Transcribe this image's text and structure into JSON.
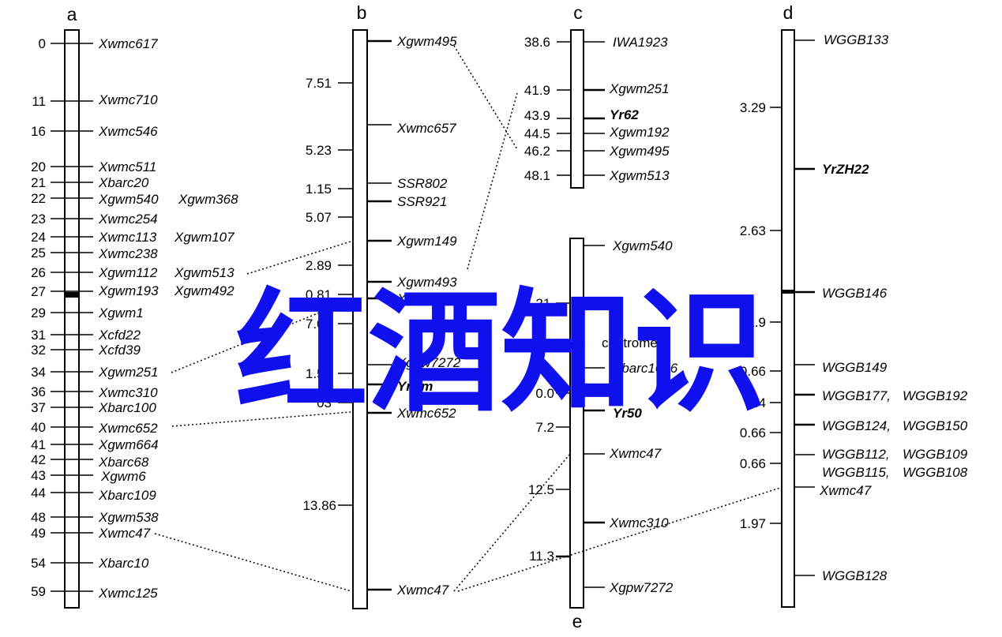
{
  "colors": {
    "ink": "#000000",
    "watermark": "#1010ee",
    "background": "#ffffff"
  },
  "watermark": "红酒知识",
  "groups": {
    "a": {
      "letter": "a",
      "positions": [
        "0",
        "11",
        "16",
        "20",
        "21",
        "22",
        "23",
        "24",
        "25",
        "26",
        "27",
        "29",
        "31",
        "32",
        "34",
        "36",
        "37",
        "40",
        "41",
        "42",
        "43",
        "44",
        "48",
        "49",
        "54",
        "59"
      ],
      "markers": [
        "Xwmc617",
        "Xwmc710",
        "Xwmc546",
        "Xwmc511",
        "Xbarc20",
        "Xgwm540",
        "Xgwm368",
        "Xwmc254",
        "Xwmc113",
        "Xgwm107",
        "Xwmc238",
        "Xgwm112",
        "Xgwm513",
        "Xgwm193",
        "Xgwm492",
        "Xgwm1",
        "Xcfd22",
        "Xcfd39",
        "Xgwm251",
        "Xwmc310",
        "Xbarc100",
        "Xwmc652",
        "Xgwm664",
        "Xbarc68",
        "Xgwm6",
        "Xbarc109",
        "Xgwm538",
        "Xwmc47",
        "Xbarc10",
        "Xwmc125"
      ]
    },
    "b": {
      "letter": "b",
      "positions": [
        "7.51",
        "5.23",
        "1.15",
        "5.07",
        "2.89",
        "0.81",
        "7.02",
        "1.55",
        "03",
        "13.86"
      ],
      "markers": [
        "Xgwm495",
        "Xwmc657",
        "SSR802",
        "SSR921",
        "Xgwm149",
        "Xgwm493",
        "Xgwm251",
        "Xgpw7272",
        "Xwmc652",
        "Xwmc47"
      ],
      "markers_bold": [
        "YrBm"
      ]
    },
    "c": {
      "letter": "c",
      "positions": [
        "38.6",
        "41.9",
        "43.9",
        "44.5",
        "46.2",
        "48.1"
      ],
      "markers": [
        "IWA1923",
        "Xgwm251",
        "Xgwm192",
        "Xgwm495",
        "Xgwm513"
      ],
      "markers_bold": [
        "Yr62"
      ]
    },
    "d": {
      "letter": "d",
      "positions": [
        "3.29",
        "2.63",
        "1.9",
        "0.66",
        "0.4",
        "0.66",
        "0.66",
        "1.97"
      ],
      "markers": [
        "WGGB133",
        "WGGB146",
        "WGGB149",
        "WGGB177,",
        "WGGB192",
        "WGGB124,",
        "WGGB150",
        "WGGB112,",
        "WGGB109",
        "WGGB115,",
        "WGGB108",
        "Xwmc47",
        "WGGB128"
      ],
      "markers_bold": [
        "YrZH22"
      ]
    },
    "e": {
      "letter": "e",
      "positions": [
        "21.",
        "0.0",
        "7.2",
        "12.5",
        "11.3"
      ],
      "markers": [
        "Xgwm540",
        "Xbarc1096",
        "Xwmc47",
        "Xwmc310",
        "Xgpw7272"
      ],
      "markers_bold": [
        "Yr50"
      ],
      "centromere": "centromere"
    }
  }
}
